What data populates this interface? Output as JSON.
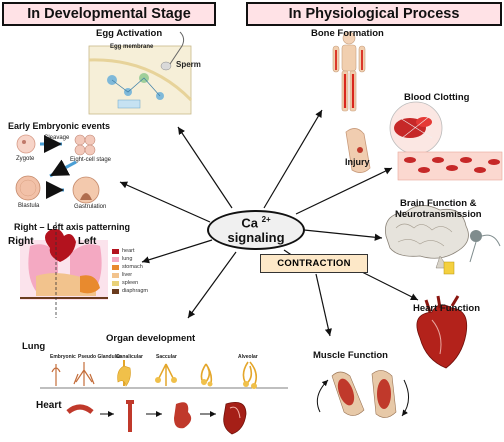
{
  "headers": {
    "left": "In Developmental Stage",
    "right": "In Physiological Process"
  },
  "center": {
    "line1": "Ca",
    "superscript": "2+",
    "line2": "signaling"
  },
  "contraction_label": "CONTRACTION",
  "developmental": {
    "egg_activation": {
      "title": "Egg Activation",
      "membrane": "Egg membrane",
      "sperm": "Sperm"
    },
    "embryonic": {
      "title": "Early Embryonic events",
      "zygote": "Zygote",
      "cleavage": "Cleavage",
      "eight_cell": "Eight-cell stage",
      "blastula": "Blastula",
      "gastrulation": "Gastrulation"
    },
    "axis": {
      "title": "Right – Left axis patterning",
      "right": "Right",
      "left": "Left",
      "legend": [
        {
          "label": "heart",
          "color": "#b3121e"
        },
        {
          "label": "lung",
          "color": "#f4a9c2"
        },
        {
          "label": "stomach",
          "color": "#e88a2e"
        },
        {
          "label": "liver",
          "color": "#f2c38d"
        },
        {
          "label": "spleen",
          "color": "#e9d27a"
        },
        {
          "label": "diaphragm",
          "color": "#6a3b1e"
        }
      ]
    },
    "organ": {
      "title": "Organ development",
      "lung": "Lung",
      "heart": "Heart",
      "lung_stages": [
        "Embryonic",
        "Pseudo Glandular",
        "Canalicular",
        "Saccular",
        "Alveolar"
      ]
    }
  },
  "physiological": {
    "bone": "Bone Formation",
    "blood_clotting": "Blood Clotting",
    "injury": "Injury",
    "brain_line1": "Brain Function &",
    "brain_line2": "Neurotransmission",
    "heart_function": "Heart Function",
    "muscle_function": "Muscle Function"
  },
  "colors": {
    "header_fill": "#ffe2e6",
    "center_fill": "#f0f0f0",
    "contraction_fill": "#fde8c8"
  }
}
